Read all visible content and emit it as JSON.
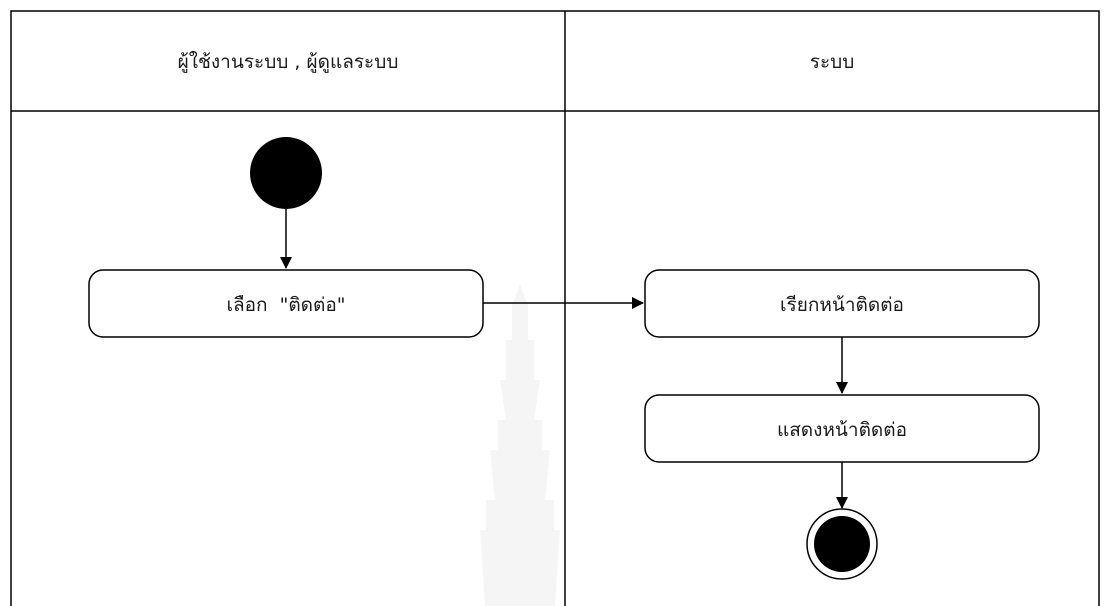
{
  "swimlanes": [
    {
      "header": "ผู้ใช้งานระบบ , ผู้ดูแลระบบ"
    },
    {
      "header": "ระบบ"
    }
  ],
  "activities": [
    {
      "label": "เลือก  \"ติดต่อ\""
    },
    {
      "label": "เรียกหน้าติดต่อ"
    },
    {
      "label": "แสดงหน้าติดต่อ"
    }
  ],
  "colors": {
    "line": "#000000",
    "node_fill": "#000000",
    "activity_fill": "#ffffff",
    "background": "#ffffff"
  }
}
